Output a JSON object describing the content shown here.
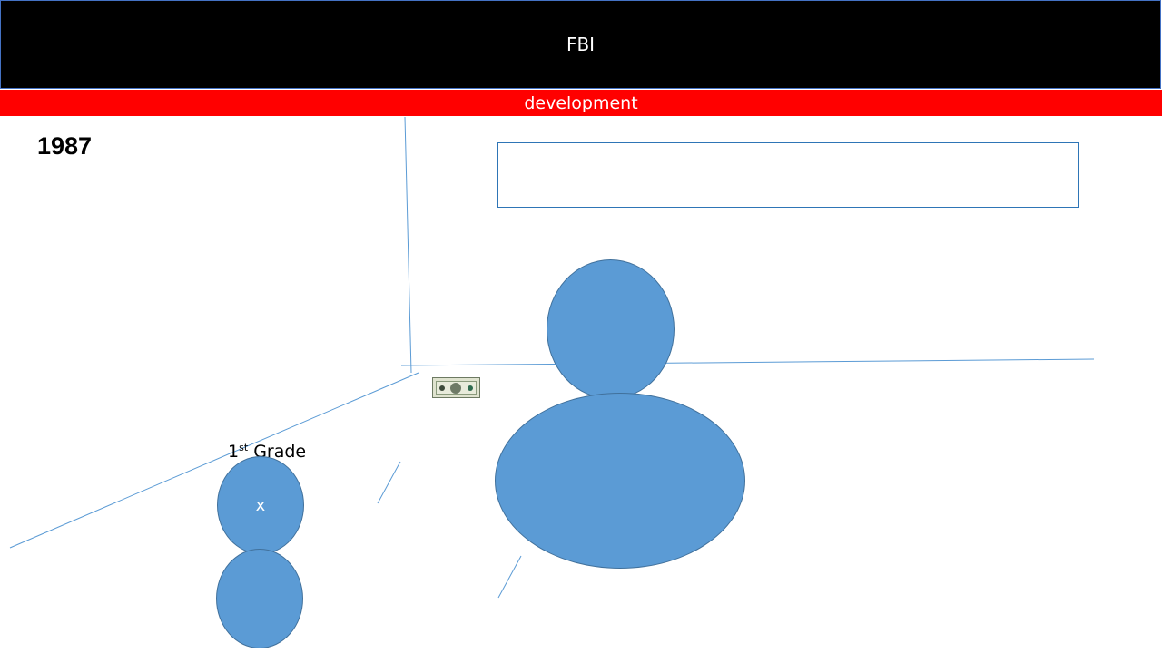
{
  "header": {
    "title": "FBI",
    "subtitle": "development"
  },
  "slide": {
    "year": "1987",
    "grade_label": {
      "number": "1",
      "suffix": "st",
      "word": "Grade"
    },
    "small_figure_mark": "x"
  },
  "colors": {
    "header_bg": "#000000",
    "subheader_bg": "#ff0000",
    "shape_fill": "#5b9bd5",
    "line": "#5b9bd5"
  },
  "icons": [
    "dollar-bill-icon"
  ]
}
